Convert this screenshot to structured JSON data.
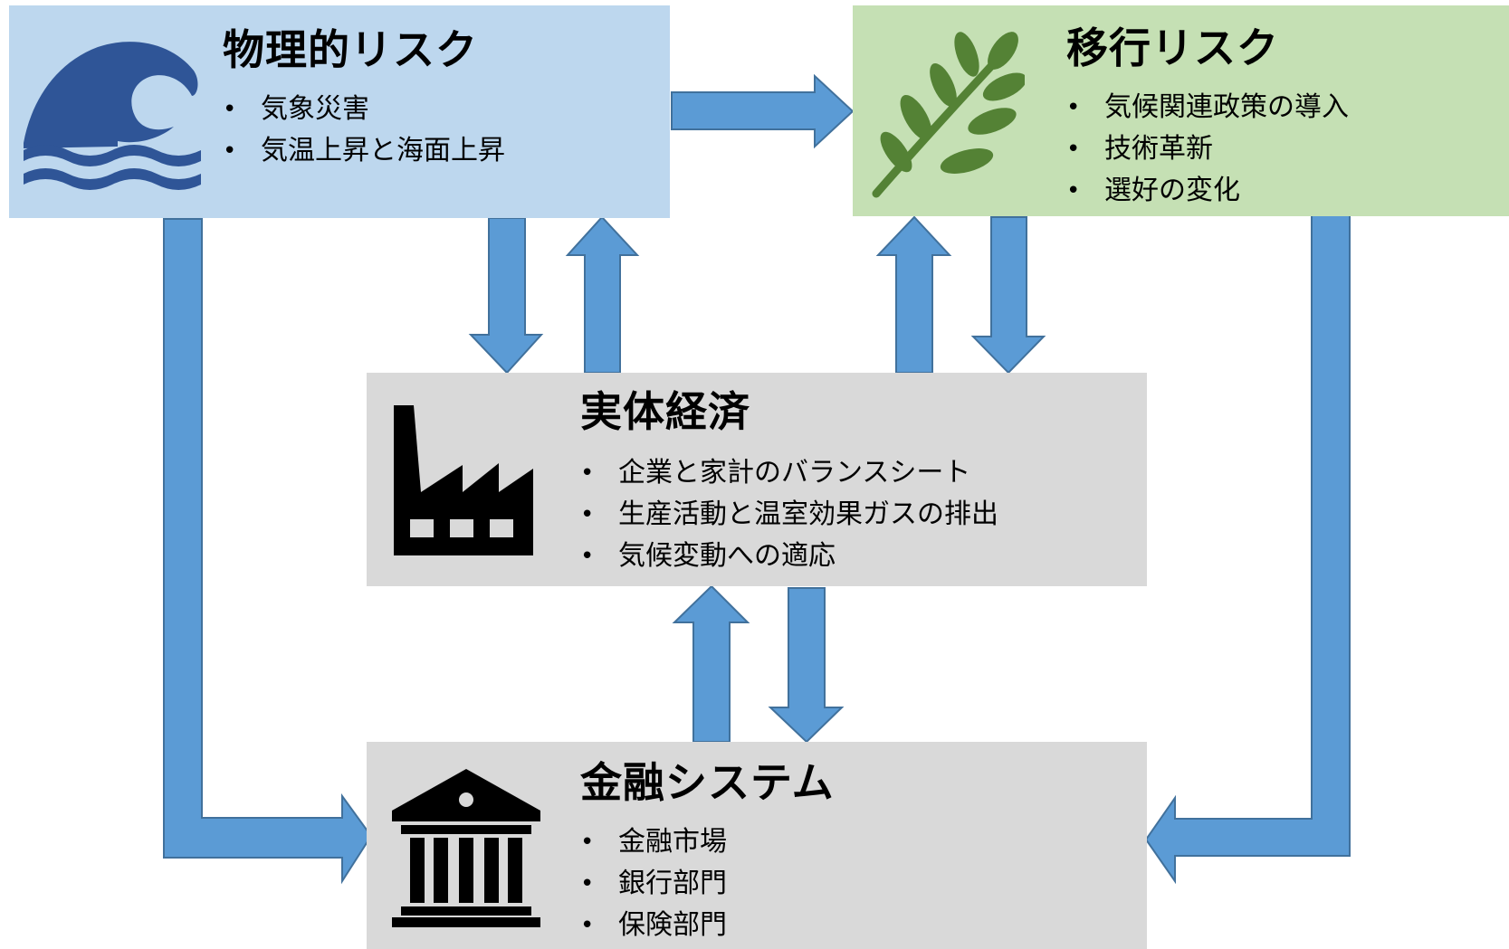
{
  "colors": {
    "arrow_fill": "#5b9bd5",
    "arrow_stroke": "#41719c",
    "physical_bg": "#bdd7ee",
    "transition_bg": "#c5e0b4",
    "neutral_bg": "#d9d9d9",
    "wave_icon": "#2f5597",
    "leaf_icon": "#548235",
    "dark_icon": "#000000"
  },
  "physical": {
    "title": "物理的リスク",
    "icon": "wave-icon",
    "items": [
      "気象災害",
      "気温上昇と海面上昇"
    ]
  },
  "transition": {
    "title": "移行リスク",
    "icon": "leaf-branch-icon",
    "items": [
      "気候関連政策の導入",
      "技術革新",
      "選好の変化"
    ]
  },
  "economy": {
    "title": "実体経済",
    "icon": "factory-icon",
    "items": [
      "企業と家計のバランスシート",
      "生産活動と温室効果ガスの排出",
      "気候変動への適応"
    ]
  },
  "finance": {
    "title": "金融システム",
    "icon": "bank-icon",
    "items": [
      "金融市場",
      "銀行部門",
      "保険部門"
    ]
  }
}
